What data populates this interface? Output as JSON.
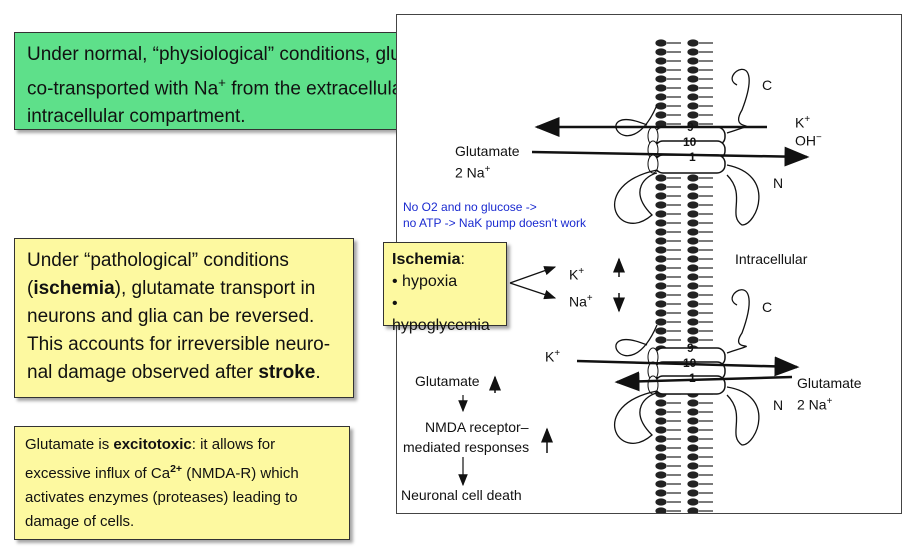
{
  "normal": {
    "text_a": "Under normal, “physiological” conditions, glutamate is co-transported with Na",
    "sup": "+",
    "text_b": " from the extracellular to the intracellular compartment."
  },
  "pathological": {
    "t1": "Under “pathological” conditions (",
    "b1": "ischemia",
    "t2": "), glutamate transport in neurons and glia can be reversed. This accounts for irreversible neuro-nal damage observed after ",
    "b2": "stroke",
    "t3": "."
  },
  "excitotoxic": {
    "t1": "Glutamate is ",
    "b1": "excitotoxic",
    "t2": ": it allows for excessive influx of Ca",
    "sup": "2+",
    "t3": " (NMDA-R) which activates enzymes (proteases) leading to damage of cells."
  },
  "ischemia_box": {
    "title": "Ischemia",
    "colon": ":",
    "items": [
      "• hypoxia",
      "• hypoglycemia"
    ]
  },
  "figure": {
    "top": {
      "glutamate": "Glutamate",
      "na": "2 Na",
      "k": "K",
      "oh": "OH",
      "c": "C",
      "n": "N",
      "seg9": "9",
      "seg10": "10",
      "seg1": "1"
    },
    "note_line1": "No O2 and no glucose ->",
    "note_line2": "no ATP -> NaK pump doesn't work",
    "middle": {
      "k": "K",
      "na": "Na",
      "intracellular": "Intracellular"
    },
    "bottom": {
      "k": "K",
      "glutamate_left": "Glutamate",
      "glutamate_right": "Glutamate",
      "na_right": "2 Na",
      "c": "C",
      "n": "N",
      "seg9": "9",
      "seg10": "10",
      "seg1": "1",
      "nmda1": "NMDA receptor–",
      "nmda2": "mediated responses",
      "death": "Neuronal cell death"
    },
    "plus": "+",
    "minus": "−"
  }
}
